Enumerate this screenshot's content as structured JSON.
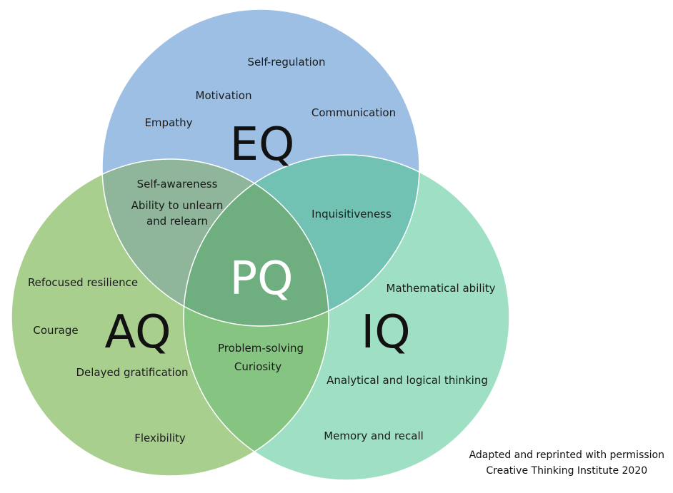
{
  "colors": {
    "eq": "#9dbfe3",
    "aq": "#a9cf8e",
    "iq": "#9fe0c4",
    "eq_aq": "#8fb59a",
    "eq_iq": "#72c2b4",
    "aq_iq": "#86c482",
    "center": "#6fae7e",
    "edge": "#ffffff"
  },
  "sets": {
    "eq": {
      "label": "EQ",
      "items": [
        "Self-regulation",
        "Motivation",
        "Communication",
        "Empathy"
      ]
    },
    "aq": {
      "label": "AQ",
      "items": [
        "Refocused resilience",
        "Courage",
        "Delayed gratification",
        "Flexibility"
      ]
    },
    "iq": {
      "label": "IQ",
      "items": [
        "Mathematical ability",
        "Analytical and logical thinking",
        "Memory and recall"
      ]
    },
    "pq": {
      "label": "PQ"
    }
  },
  "overlaps": {
    "eq_aq": [
      "Self-awareness",
      "Ability to unlearn",
      "and relearn"
    ],
    "eq_iq": [
      "Inquisitiveness"
    ],
    "aq_iq": [
      "Problem-solving",
      "Curiosity"
    ]
  },
  "credit": {
    "line1": "Adapted and reprinted with permission",
    "line2": "Creative Thinking Institute 2020"
  }
}
